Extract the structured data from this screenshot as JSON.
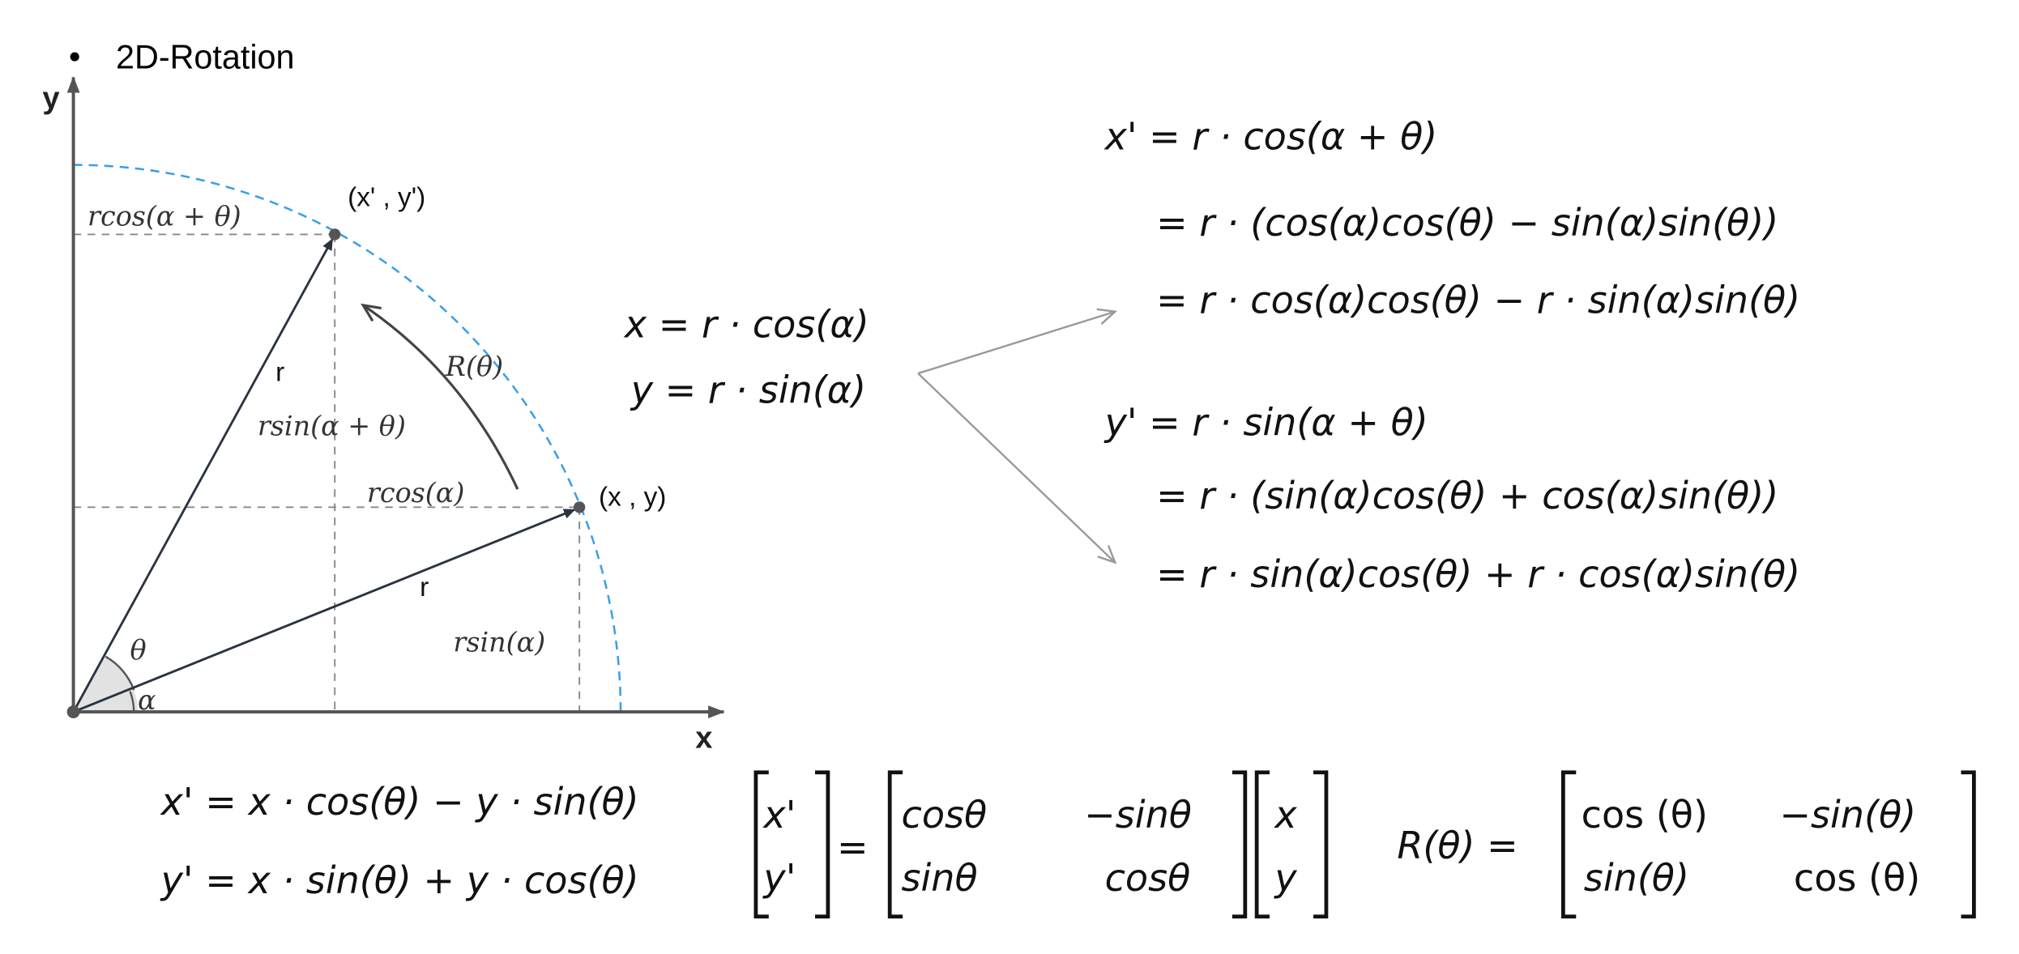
{
  "title": "2D-Rotation",
  "colors": {
    "circle": "#3aa0e8",
    "axis": "#555555",
    "vector": "#2a3340",
    "guide": "#888888",
    "wedge": "#e2e2e2"
  },
  "diagram": {
    "y_axis_label": "y",
    "x_axis_label": "x",
    "point_rotated_label": "(x' , y')",
    "point_original_label": "(x , y)",
    "r_label_rotated": "r",
    "r_label_original": "r",
    "rotation_label": "R(θ)",
    "rcos_alpha_theta": "rcos(α + θ)",
    "rsin_alpha_theta": "rsin(α + θ)",
    "rcos_alpha": "rcos(α)",
    "rsin_alpha": "rsin(α)",
    "theta_label": "θ",
    "alpha_label": "α"
  },
  "polar": {
    "x_eq": "x = r · cos(α)",
    "y_eq": "y = r · sin(α)"
  },
  "derivation_x": [
    "x' = r · cos(α + θ)",
    "= r · (cos(α)cos(θ) − sin(α)sin(θ))",
    "= r · cos(α)cos(θ) − r · sin(α)sin(θ)"
  ],
  "derivation_y": [
    "y' = r · sin(α + θ)",
    "= r · (sin(α)cos(θ) + cos(α)sin(θ))",
    "= r · sin(α)cos(θ) + r · cos(α)sin(θ)"
  ],
  "result": {
    "x_eq": "x' = x · cos(θ) − y · sin(θ)",
    "y_eq": "y' = x · sin(θ) + y · cos(θ)"
  },
  "matrix_form": {
    "lhs": [
      "x'",
      "y'"
    ],
    "equals": "=",
    "m11": "cosθ",
    "m12": "−sinθ",
    "m21": "sinθ",
    "m22": "cosθ",
    "rhs": [
      "x",
      "y"
    ]
  },
  "rotation_matrix": {
    "label": "R(θ) =",
    "m11": "cos (θ)",
    "m12": "−sin(θ)",
    "m21": "sin(θ)",
    "m22": "cos (θ)"
  }
}
